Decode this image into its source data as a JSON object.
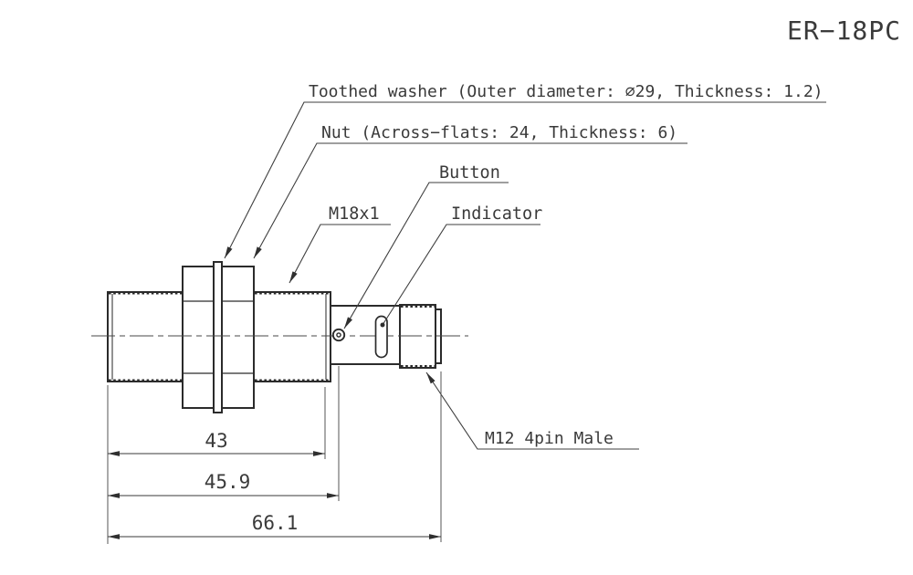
{
  "title": "ER−18PC",
  "labels": {
    "toothed_washer": "Toothed washer (Outer diameter: ∅29, Thickness: 1.2)",
    "nut": "Nut (Across−flats: 24, Thickness: 6)",
    "button": "Button",
    "thread_spec": "M18x1",
    "indicator": "Indicator",
    "connector": "M12 4pin Male"
  },
  "dimensions": {
    "thread_length": "43",
    "body_length": "45.9",
    "total_length": "66.1"
  },
  "colors": {
    "background": "#ffffff",
    "line": "#2b2b2b",
    "text": "#3a3a3a"
  }
}
